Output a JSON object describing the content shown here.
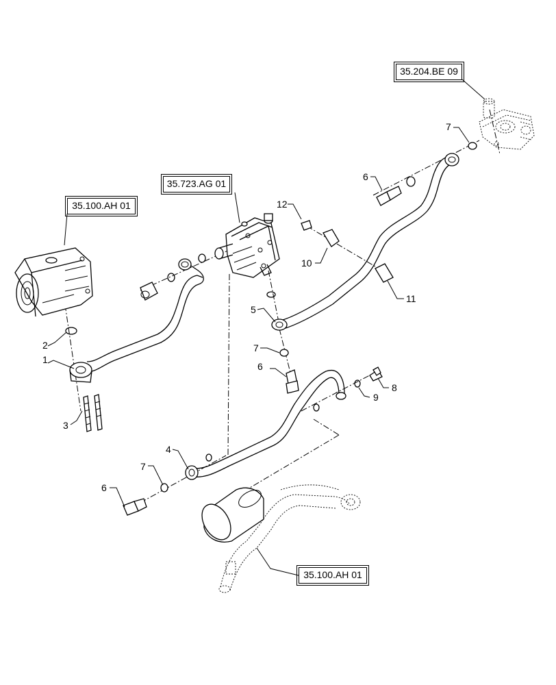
{
  "references": [
    {
      "id": "ref-a",
      "label": "35.204.BE 09"
    },
    {
      "id": "ref-b",
      "label": "35.723.AG 01"
    },
    {
      "id": "ref-c",
      "label": "35.100.AH 01"
    },
    {
      "id": "ref-d",
      "label": "35.100.AH 01"
    }
  ],
  "callouts": {
    "c1": "1",
    "c2": "2",
    "c3": "3",
    "c4": "4",
    "c5": "5",
    "c6a": "6",
    "c6b": "6",
    "c6c": "6",
    "c7a": "7",
    "c7b": "7",
    "c7c": "7",
    "c8": "8",
    "c9": "9",
    "c10": "10",
    "c11": "11",
    "c12": "12"
  },
  "colors": {
    "line": "#000000",
    "fill": "#ffffff",
    "shade": "#d8d8d8"
  }
}
